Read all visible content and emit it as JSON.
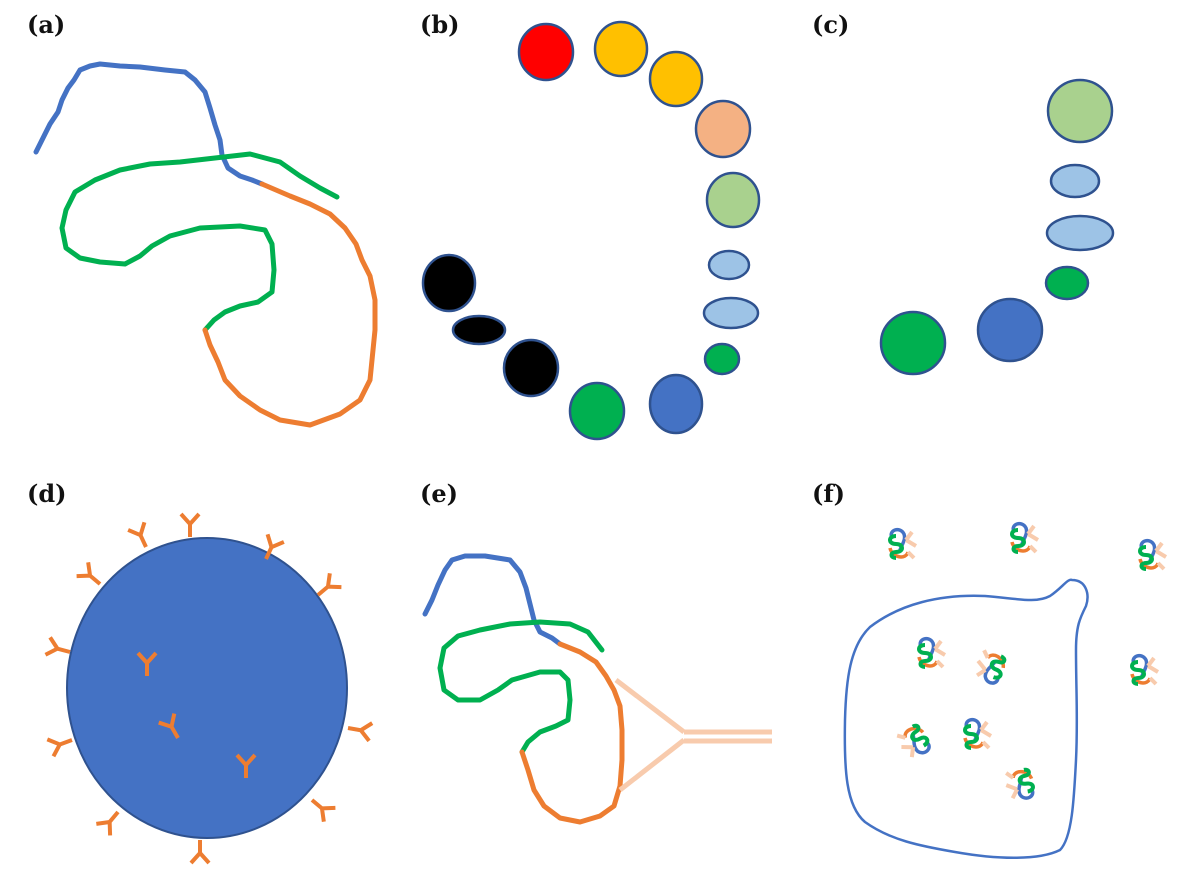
{
  "panels": [
    {
      "id": "a",
      "label": "(a)"
    },
    {
      "id": "b",
      "label": "(b)"
    },
    {
      "id": "c",
      "label": "(c)"
    },
    {
      "id": "d",
      "label": "(d)"
    },
    {
      "id": "e",
      "label": "(e)"
    },
    {
      "id": "f",
      "label": "(f)"
    }
  ],
  "colors": {
    "blue": "#4472C4",
    "green": "#00B050",
    "orange": "#ED7D31",
    "light_orange": "#F8CBAD",
    "red": "#FF0000",
    "gold": "#FFC000",
    "peach": "#F4B183",
    "light_green": "#A9D18E",
    "light_blue": "#9DC3E6",
    "black": "#000000",
    "outline": "#2F528F"
  }
}
